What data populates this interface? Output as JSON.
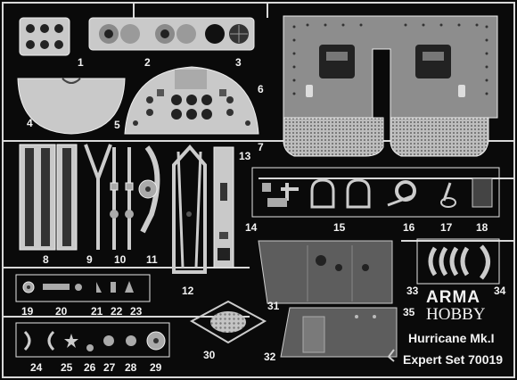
{
  "labels": {
    "p1": "1",
    "p2": "2",
    "p3": "3",
    "p4": "4",
    "p5": "5",
    "p6": "6",
    "p7": "7",
    "p8": "8",
    "p9": "9",
    "p10": "10",
    "p11": "11",
    "p12": "12",
    "p13": "13",
    "p14": "14",
    "p15": "15",
    "p16": "16",
    "p17": "17",
    "p18": "18",
    "p19": "19",
    "p20": "20",
    "p21": "21",
    "p22": "22",
    "p23": "23",
    "p24": "24",
    "p25": "25",
    "p26": "26",
    "p27": "27",
    "p28": "28",
    "p29": "29",
    "p30": "30",
    "p31": "31",
    "p32": "32",
    "p33": "33",
    "p34": "34",
    "p35": "35"
  },
  "brand": {
    "line1": "ARMA",
    "line2": "HOBBY"
  },
  "product": {
    "name": "Hurricane Mk.I",
    "set": "Expert Set 70019"
  },
  "colors": {
    "fret_bg": "#0a0a0a",
    "metal": "#c9c9c9",
    "dark_metal": "#5d5d5d",
    "label": "#f2f2f2"
  }
}
